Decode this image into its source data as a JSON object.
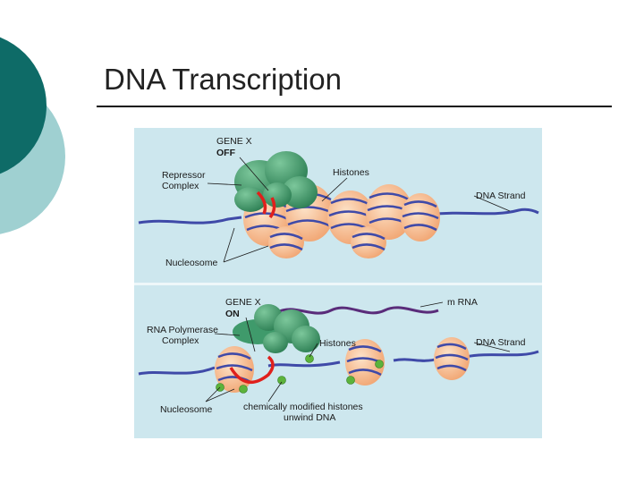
{
  "slide": {
    "title": "DNA Transcription"
  },
  "figure": {
    "top_panel": {
      "gene_label": "GENE X",
      "gene_state": "OFF",
      "repressor_line1": "Repressor",
      "repressor_line2": "Complex",
      "histones": "Histones",
      "dna_strand": "DNA Strand",
      "nucleosome": "Nucleosome"
    },
    "bottom_panel": {
      "gene_label": "GENE X",
      "gene_state": "ON",
      "mrna": "m RNA",
      "polymerase_line1": "RNA Polymerase",
      "polymerase_line2": "Complex",
      "histones": "Histones",
      "dna_strand": "DNA Strand",
      "nucleosome": "Nucleosome",
      "modified_line1": "chemically modified histones",
      "modified_line2": "unwind DNA"
    }
  },
  "colors": {
    "teal_dark": "#0e6b67",
    "teal_light": "#9fd0d1",
    "panel_bg": "#cde7ee",
    "dna_blue": "#3f4aa8",
    "histone_orange": "#f2b07d",
    "complex_green": "#3f9a6b",
    "acetyl_green": "#5cb33b",
    "highlight_red": "#e0201c"
  }
}
